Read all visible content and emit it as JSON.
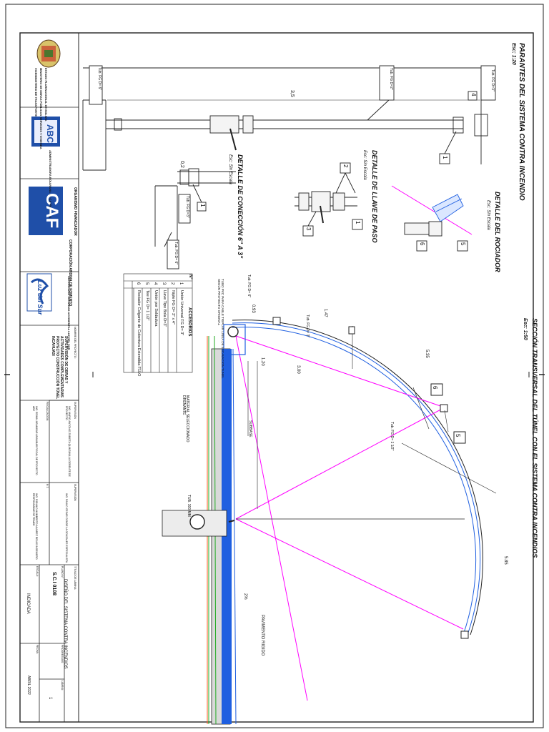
{
  "title_block": {
    "gov_name": "ESTADO PLURINACIONAL DE BOLIVIA",
    "gov_ministry": "MINISTERIO DE OBRAS PÚBLICAS SERVICIOS Y VIVIENDA",
    "gov_vice": "VICEMINISTERIO DE TRANSPORTE",
    "abc_logo_text": "ABC",
    "abc_name": "ADMINISTRADORA BOLIVIANA DE CARRETERAS",
    "funding_label": "ORGANISMO FINANCIADOR",
    "caf_logo_text": "CAF",
    "caf_name": "CORPORACIÓN ANDINA DE FOMENTO",
    "sup_logo_text": "Luz del Sur",
    "sup_name": "SUPERVISIÓN SOCIEDAD ACCIDENTAL LUZ DEL SUR",
    "project_name_label": "NOMBRE DEL PROYECTO:",
    "project_name": "SUPERVISIÓN DE OBRAS Y ACTIVIDADES COMPLEMENTARIAS PROYECTO CONSTRUCCIÓN TÚNEL INCAHUASI",
    "supervision_label": "SUPERVISIÓN",
    "super_person": "ING. MARIO ANTONIO ZUBIETA QUINTANILLA GERENTE DE PROYECTO",
    "fiscal_label": "FISCALIZACIÓN",
    "fiscal_person": "ING. EDWIN ARANIBAR ARANIBAR FISCAL DE PROYECTO ABC",
    "supervision_label2": "SUPERVISIÓN",
    "super_person2": "ING. PAULO CESAR CONDE LA GONZALES ESPECIALISTA",
    "rt_label": "R.T.",
    "rt_person": "ING. RONALD HUMBERTO ALVAREZ REJAS INGENIERO RESPONSABLE DE TRAMO",
    "sheet_title_label": "TÍTULO DE LÁMINA:",
    "sheet_title": "DISEÑO DEL SISTEMA CONTRA INCENDIOS",
    "plan_no_label": "PLANO N°",
    "plan_no": "S.C.I 0108",
    "progressive_label": "PROGRESIVAS:",
    "sheet_no_label": "LÁMINA:",
    "sheet_no": "1",
    "scale_label": "ESCALA:",
    "scale": "INDICADA",
    "date_label": "FECHA:",
    "date": "ABRIL 2022"
  },
  "drawing": {
    "parantes_title": "PARANTES DEL SISTEMA CONTRA INCENDIO",
    "parantes_scale": "Esc: 1:20",
    "dim_3_5": "3,5",
    "tub_fg_2_top": "Tub. FG D=2\"",
    "tub_fg_3_top": "Tub. FG D=3\"",
    "tub_fg_6_left": "Tub. FG D= 6\"",
    "detail_llave_title": "DETALLE DE LLAVE DE PASO",
    "detail_llave_scale": "Esc: Sin Escala",
    "detail_conexion_title": "DETALLE DE CONECCIÓN 6\" A 3\"",
    "detail_conexion_scale": "Esc: Sin Escala",
    "dim_0_2": "0,2",
    "tub_fg_3_conn": "Tub. FG D=3\"",
    "tub_fg_6_conn": "Tub. FG D= 6\"",
    "rociador_title": "DETALLE DEL ROCIADOR",
    "rociador_scale": "Esc: Sin Escala",
    "section_title": "SECCIÓN TRANSVERSAL DEL TÚNEL CON EL SISTEMA CONTRA INCENDIOS",
    "section_scale": "Esc: 1:50",
    "dim_147": "1.47",
    "dim_120": "1.20",
    "dim_300": "3.00",
    "dim_535": "5.35",
    "dim_585": "5.85",
    "dim_093": "0.93",
    "tub_fg_6_sec": "Tub. FG D= 6\"",
    "tub_fg_3_sec": "Tub. FG D= 3\"",
    "tub_fg_1_2": "Tub. FG D= 1 1/2\"",
    "tubo_pvc_note": "TUBO PVC PARA CABLE TRIPLAR LINEA DE ESCAVACION TUNEL SEGÚN PROYECTO ORIGINAL",
    "subbase": "SUBBASE",
    "material_note": "MATERIAL SELECCIONADO DRENANTE",
    "tub_300": "TUB. 300 MM",
    "slope": "2%",
    "pavimento": "PAVIMENTO RIGIDO"
  },
  "accessories": {
    "header": "ACCESORIOS",
    "no_label": "N°",
    "items": [
      {
        "n": "1",
        "d": "Unión Universal FG D= 3\""
      },
      {
        "n": "2",
        "d": "Niple FG D= 3\" x 4\""
      },
      {
        "n": "3",
        "d": "Llave Tipo Bola D=3\""
      },
      {
        "n": "4",
        "d": "Unión por Soldadura"
      },
      {
        "n": "5",
        "d": "Tee FG D= 1 1/2\""
      },
      {
        "n": "6",
        "d": "Rociador Colgante de Cobertura Extendida F1LO"
      }
    ]
  },
  "colors": {
    "blue": "#1f5fe0",
    "magenta": "#ff00ff",
    "green": "#22aa22",
    "orange": "#ff5a1f",
    "gray": "#9a9a9a"
  }
}
